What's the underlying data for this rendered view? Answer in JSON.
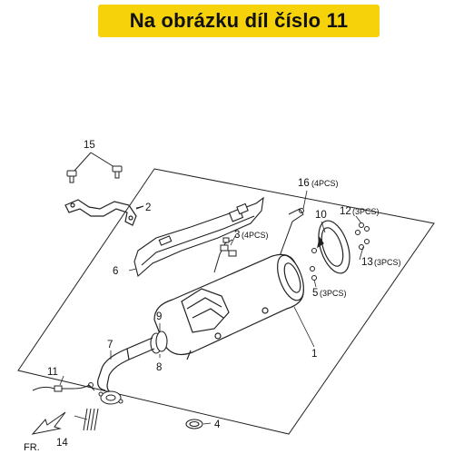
{
  "banner": {
    "text": "Na obrázku díl číslo 11",
    "color": "#f5d20a"
  },
  "callouts": {
    "c1": "1",
    "c2": "2",
    "c3": "3",
    "c3q": "(4PCS)",
    "c4": "4",
    "c5": "5",
    "c5q": "(3PCS)",
    "c6": "6",
    "c7": "7",
    "c8": "8",
    "c9": "9",
    "c10": "10",
    "c11": "11",
    "c12": "12",
    "c12q": "(3PCS)",
    "c13": "13",
    "c13q": "(3PCS)",
    "c14": "14",
    "c15": "15",
    "c16": "16",
    "c16q": "(4PCS)",
    "fr": "FR."
  },
  "icons": {
    "front_direction": "direction-arrow-icon"
  }
}
